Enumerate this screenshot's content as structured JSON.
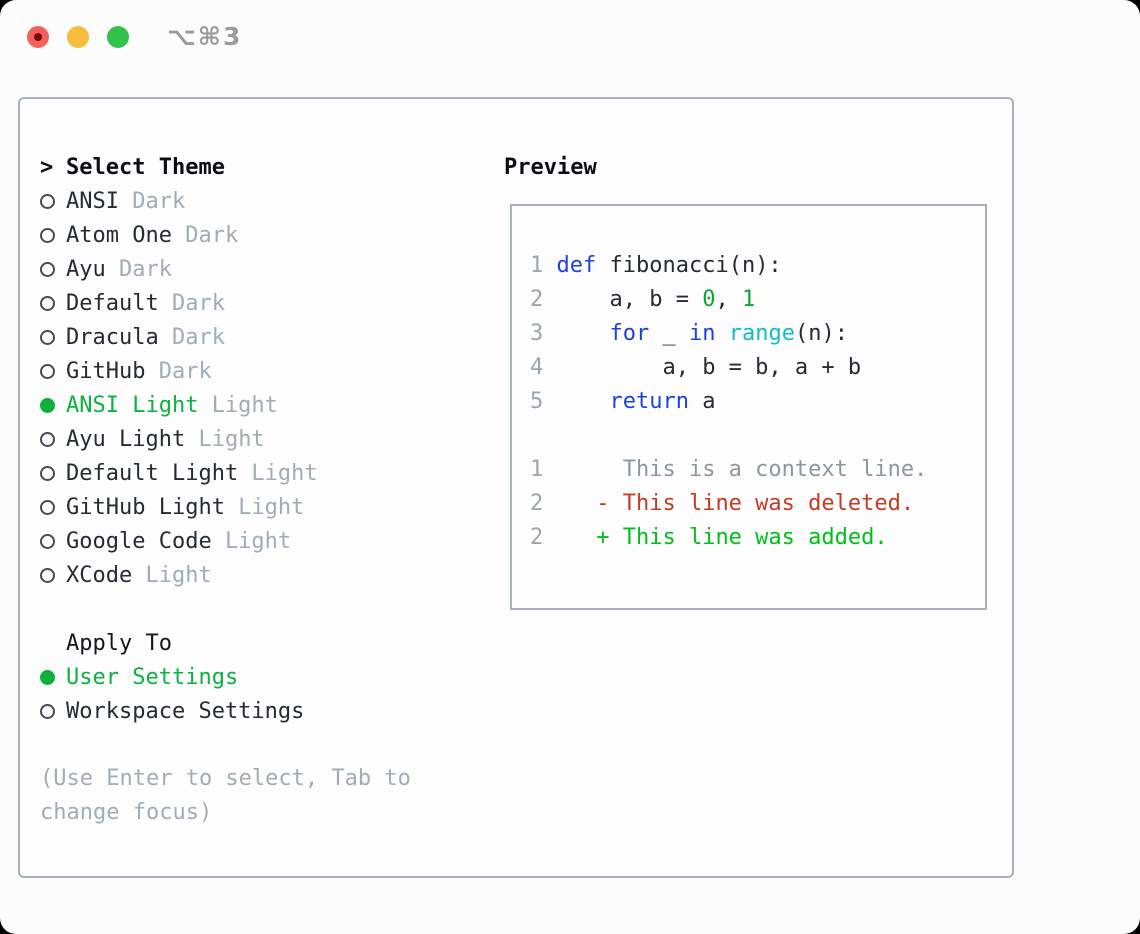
{
  "window": {
    "title": "⌥⌘3"
  },
  "colors": {
    "accent_green": "#0cb140",
    "keyword_blue": "#1c43dd",
    "builtin_cyan": "#10bfc4",
    "number_green": "#0aa832",
    "diff_added_green": "#00bf19",
    "diff_deleted_red": "#c43b22",
    "muted_gray": "#a2acb8",
    "line_number_gray": "#9aa5b1",
    "context_gray": "#8d97a1",
    "text_dark": "#262b33",
    "border_gray": "#a9b1bc",
    "titlebar_red": "#f4615a",
    "titlebar_yellow": "#f6bd3c",
    "titlebar_green": "#33c24b",
    "title_gray": "#9b9b9b"
  },
  "theme_picker": {
    "header_marker": ">",
    "header": "Select Theme",
    "items": [
      {
        "name": "ANSI",
        "tag": "Dark",
        "selected": false
      },
      {
        "name": "Atom One",
        "tag": "Dark",
        "selected": false
      },
      {
        "name": "Ayu",
        "tag": "Dark",
        "selected": false
      },
      {
        "name": "Default",
        "tag": "Dark",
        "selected": false
      },
      {
        "name": "Dracula",
        "tag": "Dark",
        "selected": false
      },
      {
        "name": "GitHub",
        "tag": "Dark",
        "selected": false
      },
      {
        "name": "ANSI Light",
        "tag": "Light",
        "selected": true
      },
      {
        "name": "Ayu Light",
        "tag": "Light",
        "selected": false
      },
      {
        "name": "Default Light",
        "tag": "Light",
        "selected": false
      },
      {
        "name": "GitHub Light",
        "tag": "Light",
        "selected": false
      },
      {
        "name": "Google Code",
        "tag": "Light",
        "selected": false
      },
      {
        "name": "XCode",
        "tag": "Light",
        "selected": false
      }
    ],
    "apply_to": {
      "header": "Apply To",
      "options": [
        {
          "name": "User Settings",
          "selected": true
        },
        {
          "name": "Workspace Settings",
          "selected": false
        }
      ]
    },
    "help_text": "(Use Enter to select, Tab to change focus)"
  },
  "preview": {
    "header": "Preview",
    "code_lines": [
      {
        "num": "1",
        "segments": [
          {
            "t": "def",
            "c": "keyword"
          },
          {
            "t": " fibonacci(n):",
            "c": "plain"
          }
        ]
      },
      {
        "num": "2",
        "segments": [
          {
            "t": "    a, b = ",
            "c": "plain"
          },
          {
            "t": "0",
            "c": "number"
          },
          {
            "t": ", ",
            "c": "plain"
          },
          {
            "t": "1",
            "c": "number"
          }
        ]
      },
      {
        "num": "3",
        "segments": [
          {
            "t": "    ",
            "c": "plain"
          },
          {
            "t": "for",
            "c": "keyword"
          },
          {
            "t": " _ ",
            "c": "plain"
          },
          {
            "t": "in",
            "c": "keyword"
          },
          {
            "t": " ",
            "c": "plain"
          },
          {
            "t": "range",
            "c": "builtin"
          },
          {
            "t": "(n):",
            "c": "plain"
          }
        ]
      },
      {
        "num": "4",
        "segments": [
          {
            "t": "        a, b = b, a + b",
            "c": "plain"
          }
        ]
      },
      {
        "num": "5",
        "segments": [
          {
            "t": "    ",
            "c": "plain"
          },
          {
            "t": "return",
            "c": "keyword"
          },
          {
            "t": " a",
            "c": "plain"
          }
        ]
      },
      {
        "num": "",
        "segments": []
      },
      {
        "num": "1",
        "segments": [
          {
            "t": "     This is a context line.",
            "c": "context"
          }
        ]
      },
      {
        "num": "2",
        "segments": [
          {
            "t": "   - This line was deleted.",
            "c": "deleted"
          }
        ]
      },
      {
        "num": "2",
        "segments": [
          {
            "t": "   + This line was added.",
            "c": "added"
          }
        ]
      }
    ]
  }
}
